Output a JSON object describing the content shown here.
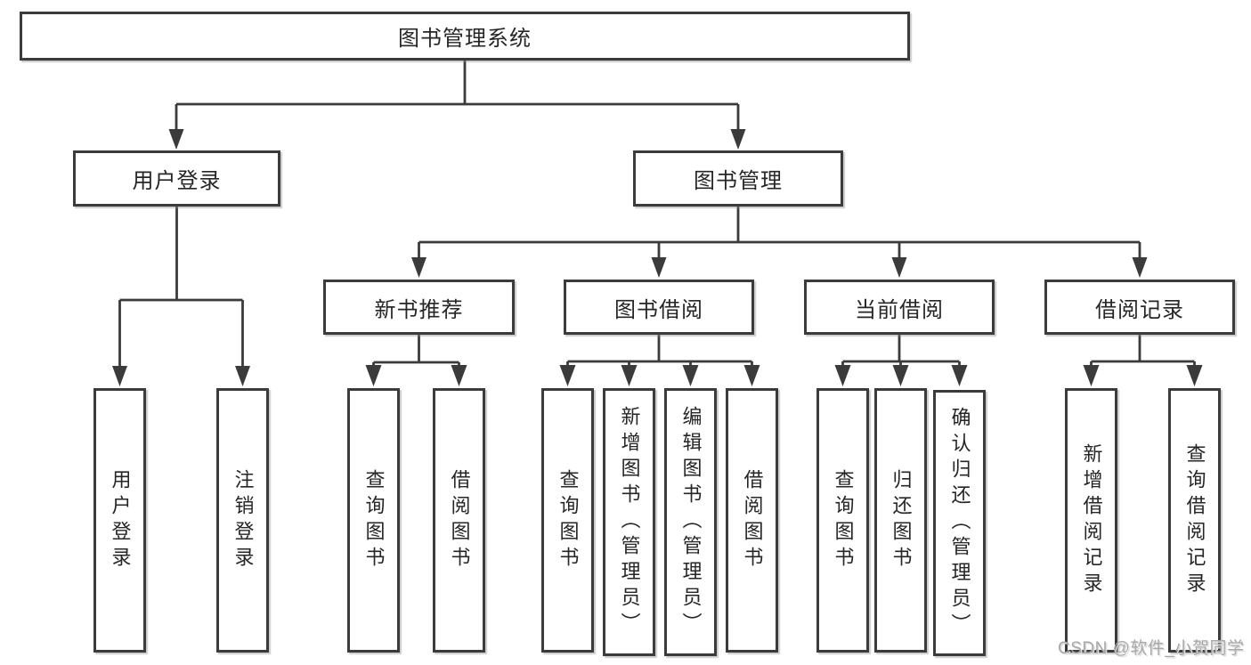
{
  "diagram": {
    "title": "图书管理系统",
    "branches": [
      {
        "label": "用户登录",
        "children": [
          {
            "label": "用户登录"
          },
          {
            "label": "注销登录"
          }
        ]
      },
      {
        "label": "图书管理",
        "children": [
          {
            "label": "新书推荐",
            "children": [
              {
                "label": "查询图书"
              },
              {
                "label": "借阅图书"
              }
            ]
          },
          {
            "label": "图书借阅",
            "children": [
              {
                "label": "查询图书"
              },
              {
                "label": "新增图书（管理员）"
              },
              {
                "label": "编辑图书（管理员）"
              },
              {
                "label": "借阅图书"
              }
            ]
          },
          {
            "label": "当前借阅",
            "children": [
              {
                "label": "查询图书"
              },
              {
                "label": "归还图书"
              },
              {
                "label": "确认归还（管理员）"
              }
            ]
          },
          {
            "label": "借阅记录",
            "children": [
              {
                "label": "新增借阅记录"
              },
              {
                "label": "查询借阅记录"
              }
            ]
          }
        ]
      }
    ]
  },
  "colors": {
    "line": "#3b3b3b",
    "text": "#262626",
    "background": "#ffffff",
    "watermark": "#a8a8a8"
  },
  "watermark": {
    "text": "CSDN @软件_小贺同学"
  }
}
